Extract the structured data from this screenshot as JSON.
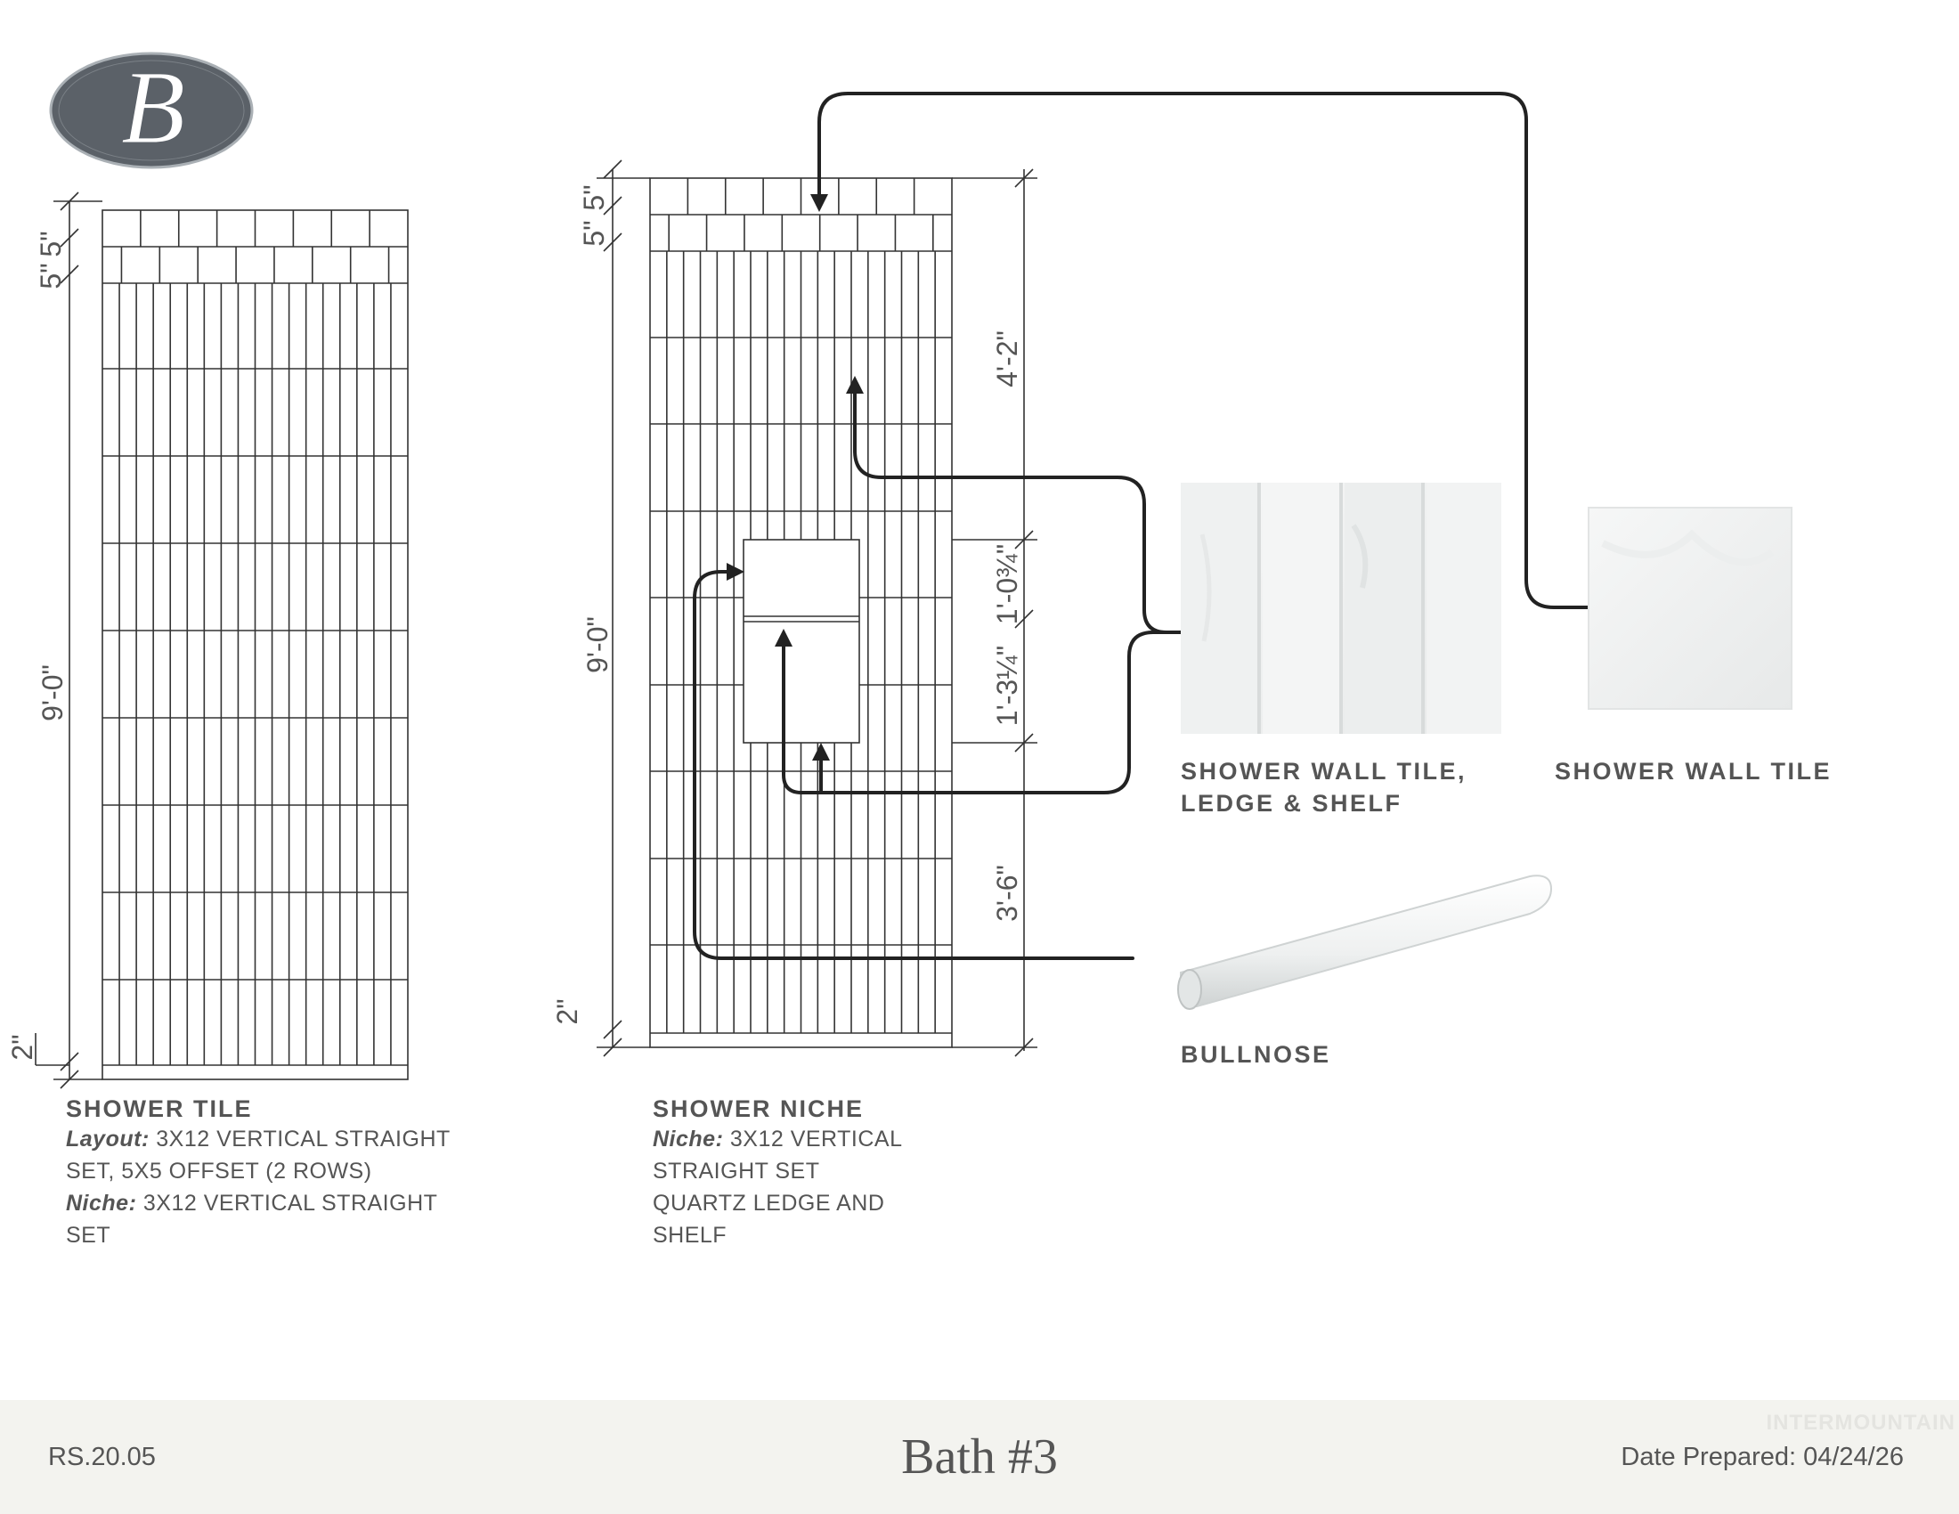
{
  "logo": {
    "letter": "B",
    "color": "#5b6168"
  },
  "elevation_left": {
    "dims": {
      "top1": "5\"",
      "top2": "5\"",
      "height": "9'-0\"",
      "bottom": "2\""
    }
  },
  "elevation_niche": {
    "dims": {
      "top1": "5\"",
      "top2": "5\"",
      "height": "9'-0\"",
      "bottom": "2\"",
      "upper": "4'-2\"",
      "niche_upper": "1'-0¾\"",
      "niche_lower": "1'-3¼\"",
      "lower": "3'-6\""
    }
  },
  "captions": {
    "shower_tile": {
      "title": "SHOWER TILE",
      "layout_key": "Layout:",
      "layout_value_1": "3X12 VERTICAL STRAIGHT",
      "layout_value_2": "SET, 5X5 OFFSET (2 ROWS)",
      "niche_key": "Niche:",
      "niche_value_1": "3X12 VERTICAL STRAIGHT",
      "niche_value_2": "SET"
    },
    "shower_niche": {
      "title": "SHOWER NICHE",
      "niche_key": "Niche:",
      "niche_value_1": "3X12 VERTICAL",
      "line2": "STRAIGHT SET",
      "line3": "QUARTZ LEDGE AND",
      "line4": "SHELF"
    }
  },
  "materials": {
    "wall_tile_ledge": {
      "line1": "SHOWER WALL TILE,",
      "line2": "LEDGE & SHELF"
    },
    "wall_tile": {
      "label": "SHOWER WALL TILE"
    },
    "bullnose": {
      "label": "BULLNOSE"
    }
  },
  "footer": {
    "code": "RS.20.05",
    "title": "Bath #3",
    "date": "Date Prepared: 04/24/26",
    "watermark": "INTERMOUNTAIN"
  }
}
